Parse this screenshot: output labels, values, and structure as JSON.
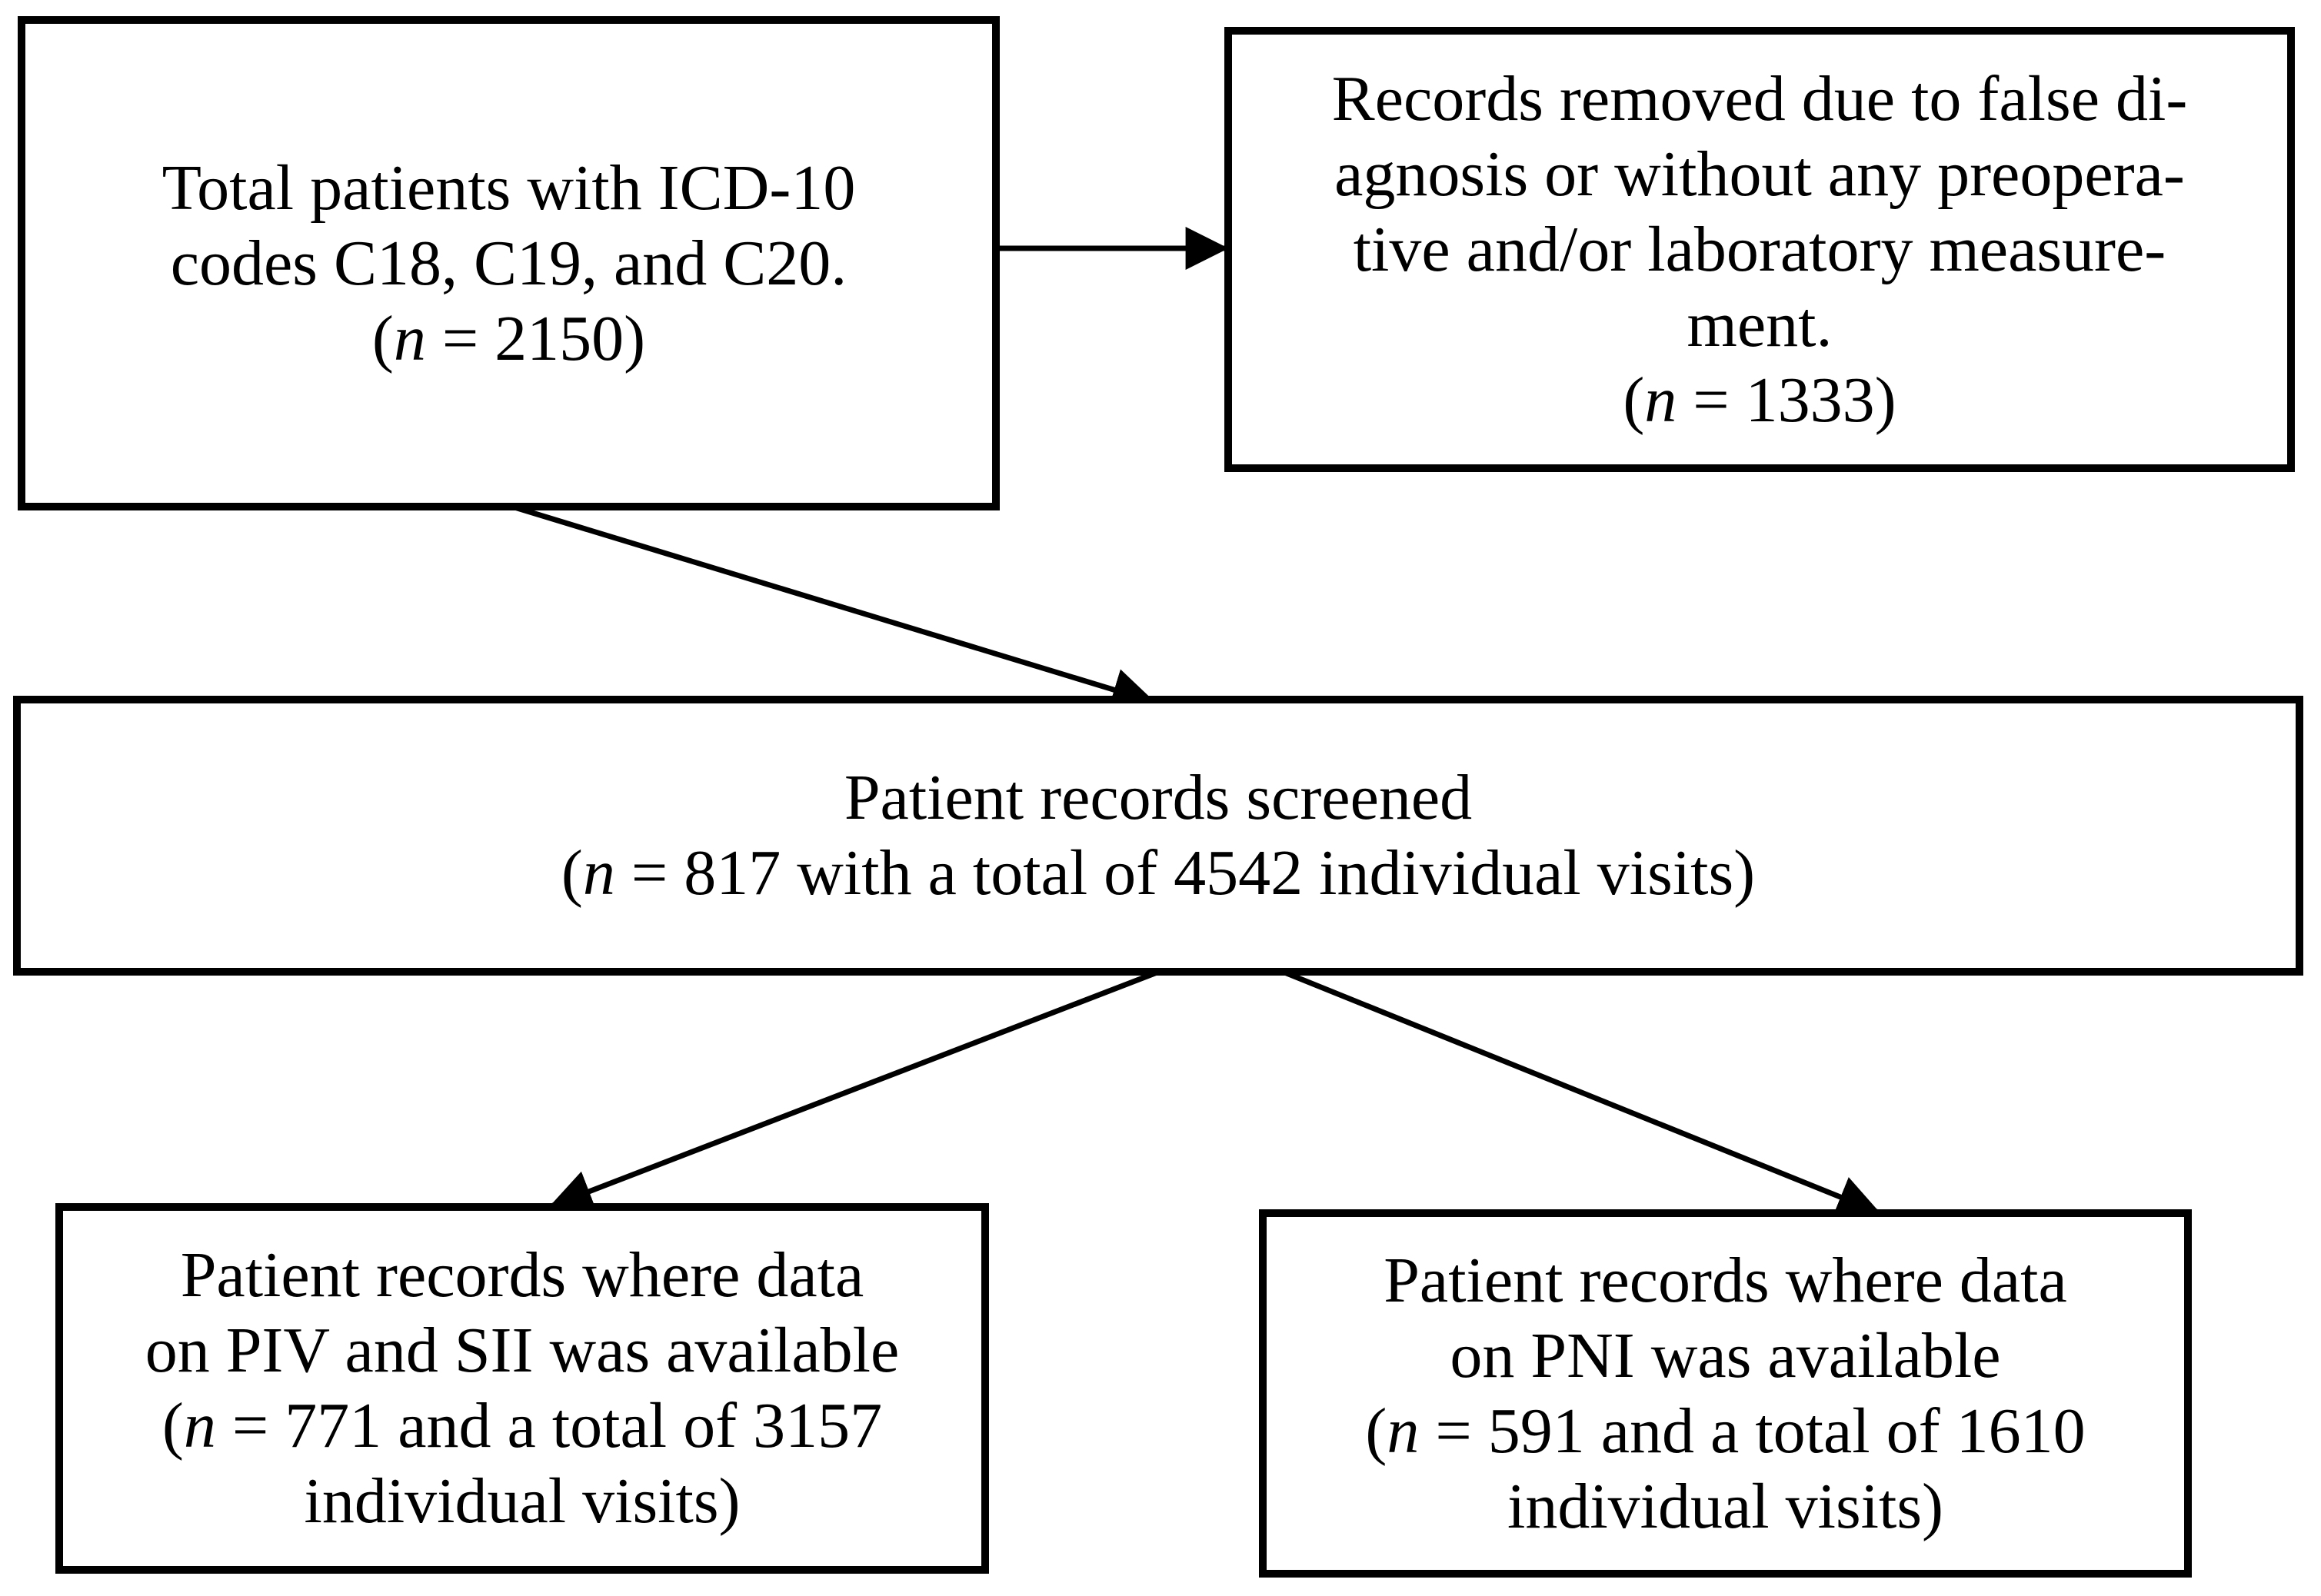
{
  "colors": {
    "background": "#ffffff",
    "line": "#000000",
    "text": "#000000"
  },
  "boxes": {
    "total_patients": {
      "lines": [
        [
          {
            "t": "Total patients with ICD-10"
          }
        ],
        [
          {
            "t": "codes C18, C19, and C20."
          }
        ],
        [
          {
            "t": "("
          },
          {
            "t": "n",
            "i": true
          },
          {
            "t": " = 2150)"
          }
        ]
      ]
    },
    "records_removed": {
      "lines": [
        [
          {
            "t": "Records removed due to false di-"
          }
        ],
        [
          {
            "t": "agnosis or without any preopera-"
          }
        ],
        [
          {
            "t": "tive and/or laboratory measure-"
          }
        ],
        [
          {
            "t": "ment."
          }
        ],
        [
          {
            "t": "("
          },
          {
            "t": "n",
            "i": true
          },
          {
            "t": " = 1333)"
          }
        ]
      ]
    },
    "records_screened": {
      "lines": [
        [
          {
            "t": "Patient records screened"
          }
        ],
        [
          {
            "t": "("
          },
          {
            "t": "n",
            "i": true
          },
          {
            "t": " = 817 with a total of 4542 individual visits)"
          }
        ]
      ]
    },
    "piv_sii": {
      "lines": [
        [
          {
            "t": "Patient records where data"
          }
        ],
        [
          {
            "t": "on PIV and SII was available"
          }
        ],
        [
          {
            "t": "("
          },
          {
            "t": "n",
            "i": true
          },
          {
            "t": " = 771 and a total of 3157"
          }
        ],
        [
          {
            "t": "individual visits)"
          }
        ]
      ]
    },
    "pni": {
      "lines": [
        [
          {
            "t": "Patient records where data"
          }
        ],
        [
          {
            "t": "on PNI was available"
          }
        ],
        [
          {
            "t": "("
          },
          {
            "t": "n",
            "i": true
          },
          {
            "t": " = 591 and a total of 1610"
          }
        ],
        [
          {
            "t": "individual visits)"
          }
        ]
      ]
    }
  },
  "arrows": [
    {
      "name": "total-to-removed",
      "from": "total_patients",
      "to": "records_removed"
    },
    {
      "name": "total-to-screened",
      "from": "total_patients",
      "to": "records_screened"
    },
    {
      "name": "screened-to-piv-sii",
      "from": "records_screened",
      "to": "piv_sii"
    },
    {
      "name": "screened-to-pni",
      "from": "records_screened",
      "to": "pni"
    }
  ]
}
